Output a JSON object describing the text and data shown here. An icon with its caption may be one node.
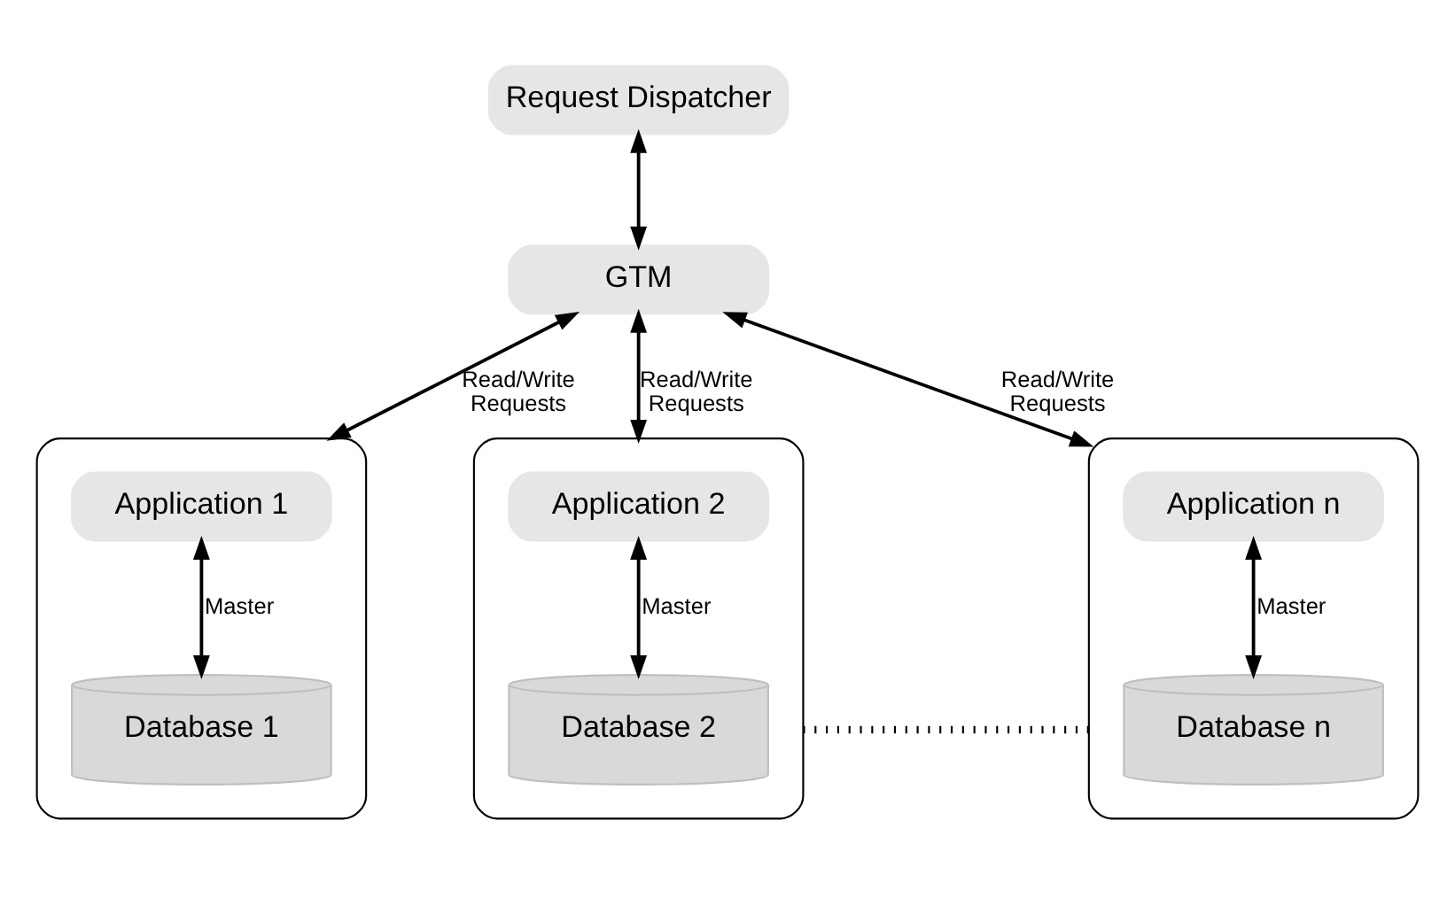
{
  "diagram": {
    "nodes": [
      {
        "text": [
          "Request Dispatcher"
        ]
      },
      {
        "text": [
          "GTM"
        ]
      },
      {
        "text": [],
        "shape": "box"
      },
      {
        "text": [
          "Application 1"
        ],
        "in": 2
      },
      {
        "text": [
          "Database 1"
        ],
        "in": 2
      },
      {
        "text": [],
        "shape": "box"
      },
      {
        "text": [
          "Application 2"
        ],
        "in": 5
      },
      {
        "text": [
          "Database 2"
        ],
        "in": 5
      },
      {
        "text": [],
        "shape": "box"
      },
      {
        "text": [
          "Application n"
        ],
        "in": 8
      },
      {
        "text": [
          "Database n"
        ],
        "in": 8
      }
    ],
    "edges": [
      {
        "from": 0,
        "to": 1,
        "arrow": "both"
      },
      {
        "from": 1,
        "to": 2,
        "arrow": "both",
        "label": "Read/Write Requests"
      },
      {
        "from": 1,
        "to": 5,
        "arrow": "both",
        "label": "Read/Write Requests"
      },
      {
        "from": 1,
        "to": 8,
        "arrow": "both",
        "label": "Read/Write Requests"
      },
      {
        "from": 3,
        "to": 4,
        "arrow": "both",
        "label": "Master"
      },
      {
        "from": 6,
        "to": 7,
        "arrow": "both",
        "label": "Master"
      },
      {
        "from": 9,
        "to": 10,
        "arrow": "both",
        "label": "Master"
      },
      {
        "from": 5,
        "to": 8,
        "arrow": "none",
        "style": "dashed"
      }
    ]
  }
}
